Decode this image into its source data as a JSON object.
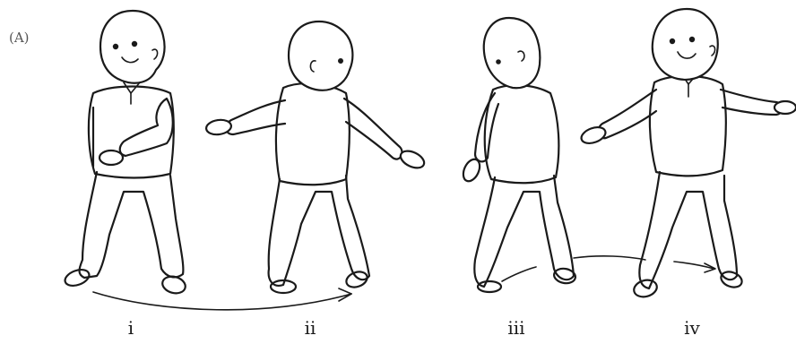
{
  "panel_label": "(A)",
  "stages": [
    {
      "label": "i"
    },
    {
      "label": "ii"
    },
    {
      "label": "iii"
    },
    {
      "label": "iv"
    }
  ],
  "ink_color": "#1a1a1a"
}
